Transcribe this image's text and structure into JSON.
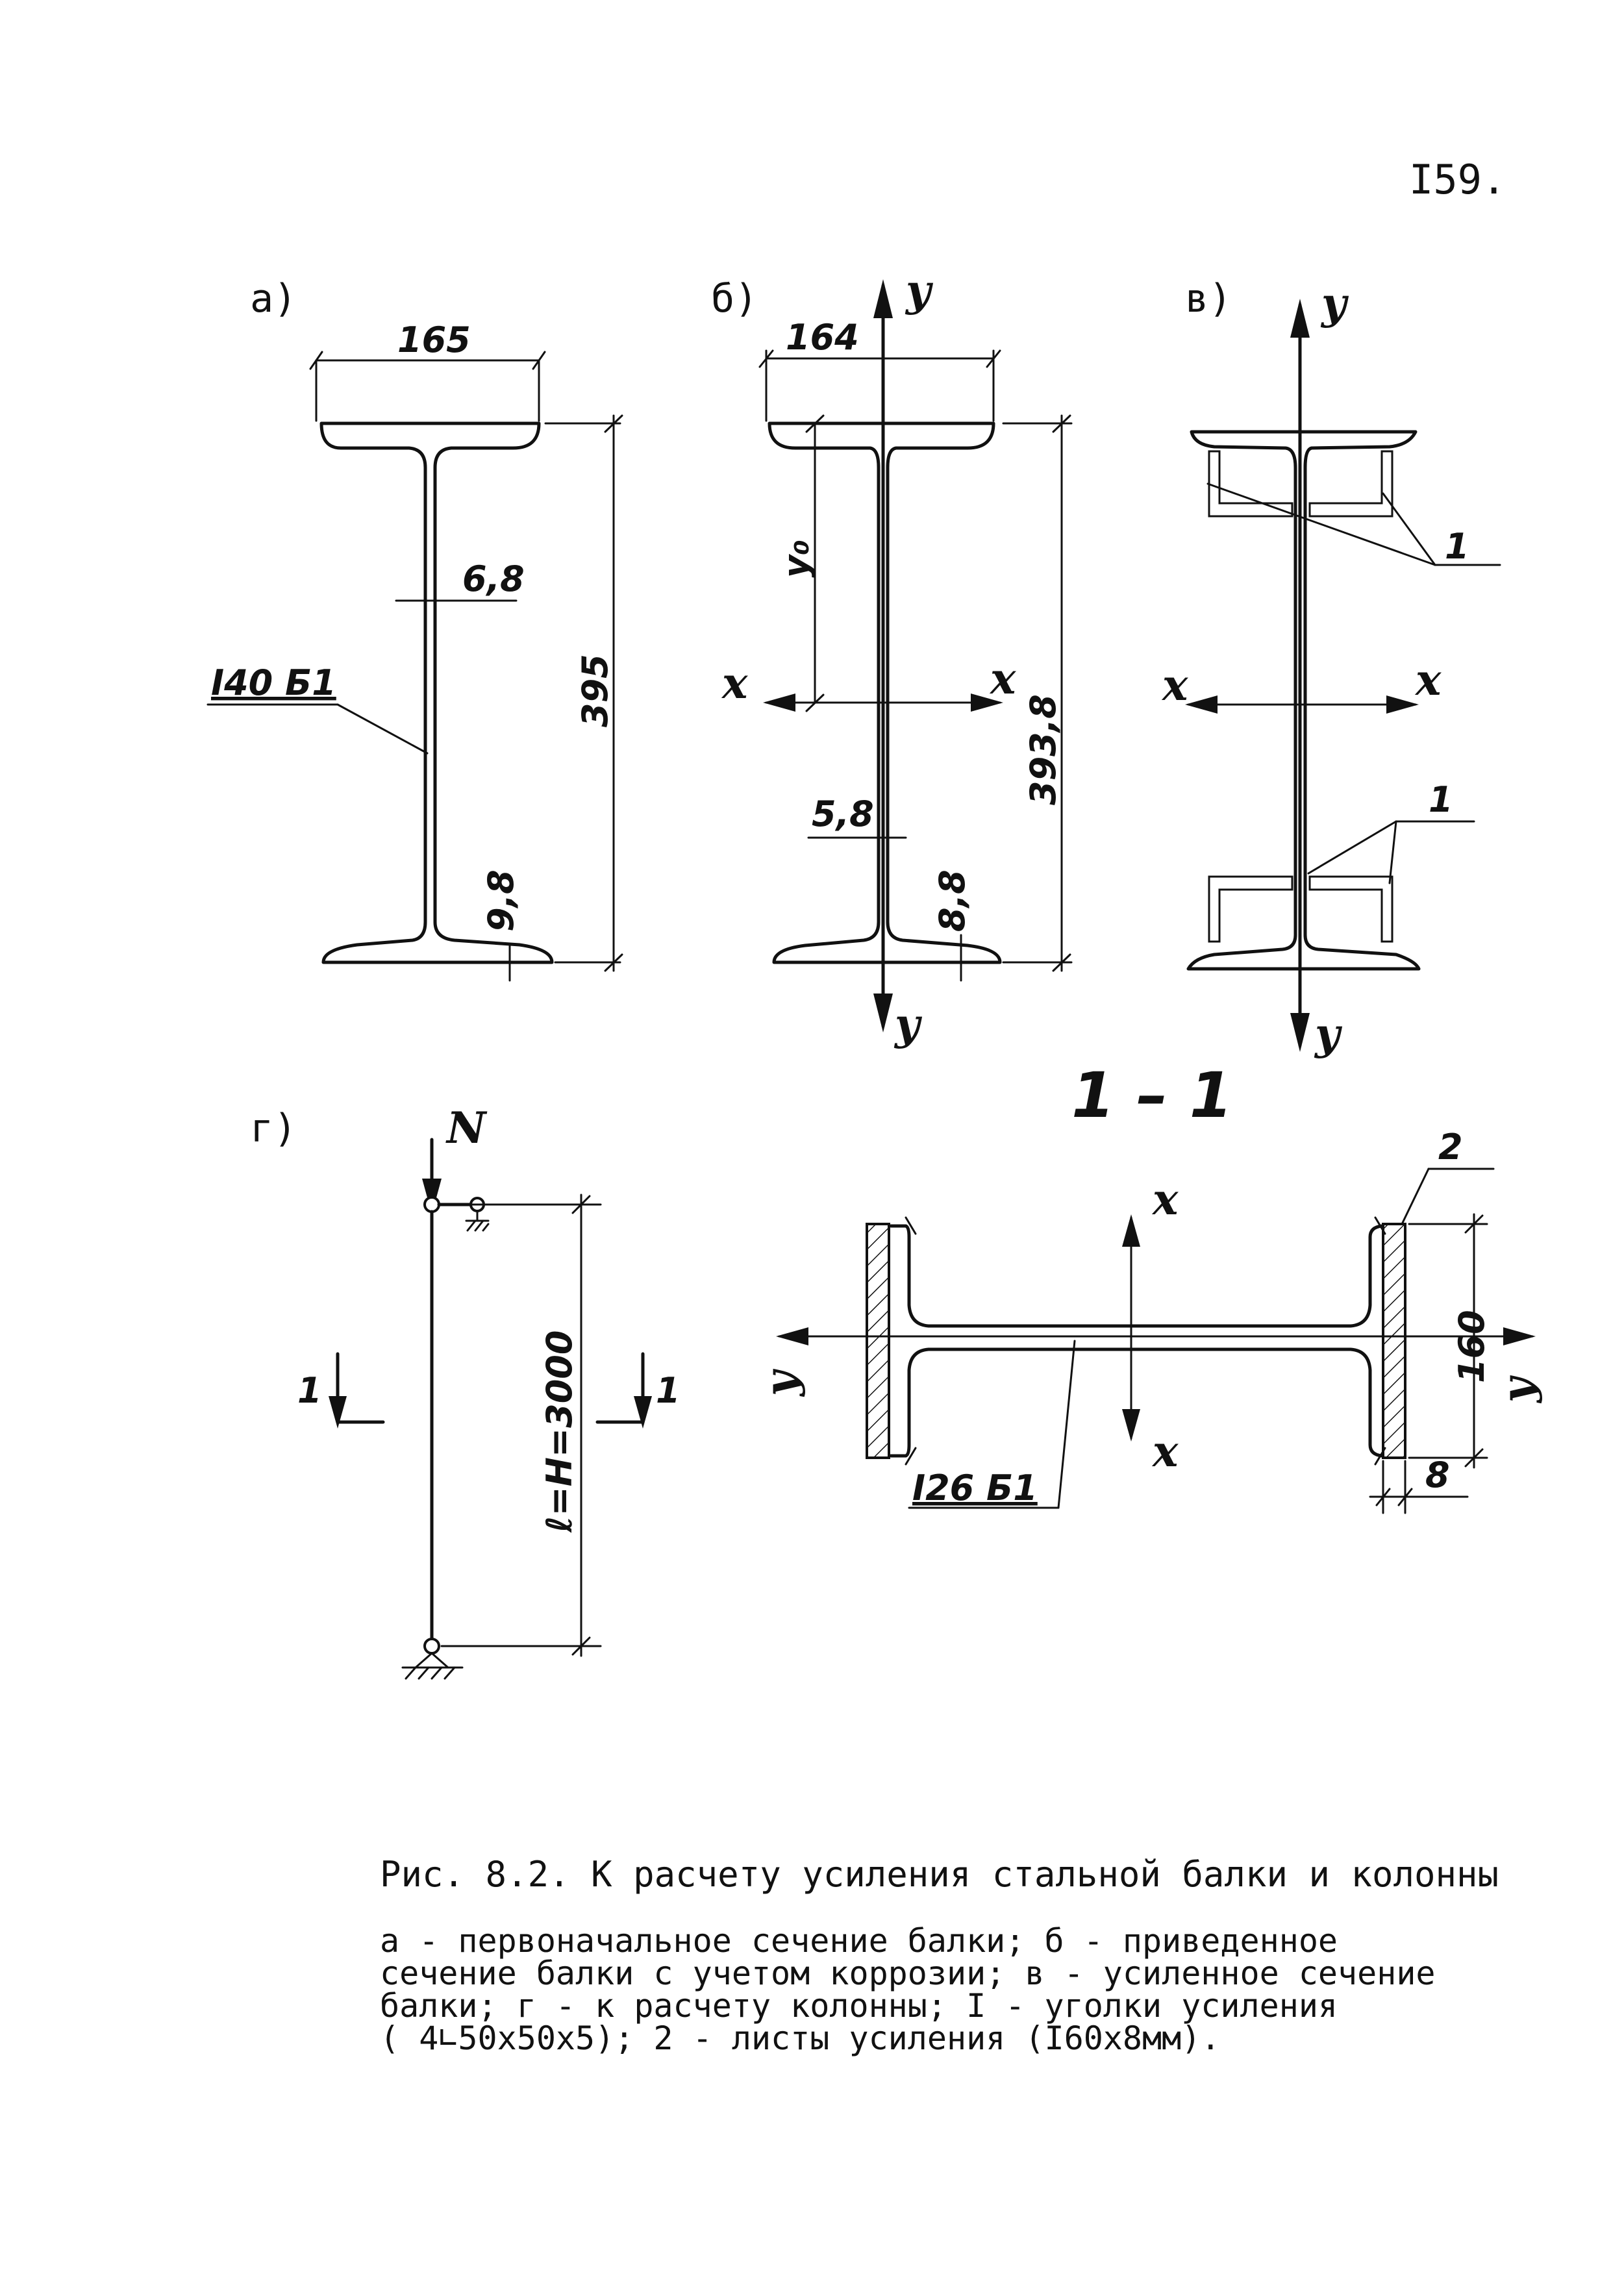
{
  "page_number": "I59.",
  "panels": {
    "a": {
      "label": "а)",
      "flange_width": "165",
      "web_thickness": "6,8",
      "height": "395",
      "flange_thickness": "9,8",
      "profile": "I40 Б1"
    },
    "b": {
      "label": "б)",
      "flange_width": "164",
      "y0": "y₀",
      "web_thickness": "5,8",
      "height": "393,8",
      "flange_thickness": "8,8",
      "axis_x": "x",
      "axis_y": "y"
    },
    "v": {
      "label": "в)",
      "callout": "1",
      "axis_x": "x",
      "axis_y": "y"
    },
    "g": {
      "label": "г)",
      "force": "N",
      "length": "ℓ=H=3000",
      "section_mark": "1"
    },
    "section_1_1": {
      "title": "1 – 1",
      "plate_callout": "2",
      "plate_height": "160",
      "plate_thickness": "8",
      "profile": "I26 Б1",
      "axis_x": "x",
      "axis_y": "y"
    }
  },
  "caption": {
    "title": "Рис. 8.2. К расчету усиления стальной балки и колонны",
    "lines": [
      "а - первоначальное сечение балки; б - приведенное",
      "сечение балки с учетом коррозии; в - усиленное сечение",
      "балки; г - к расчету колонны; I - уголки усиления",
      "( 4∟50х50х5); 2 - листы усиления (I60х8мм)."
    ]
  }
}
